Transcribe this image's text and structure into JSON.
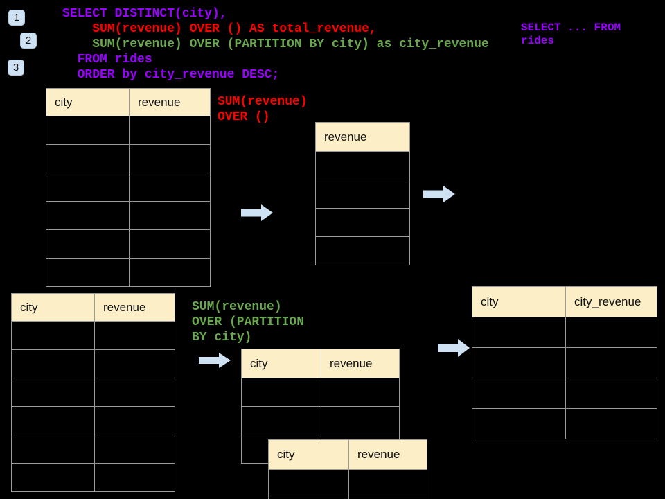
{
  "colors": {
    "background": "#000000",
    "sql_purple": "#9900ff",
    "sql_red": "#ff0000",
    "sql_green": "#6aa84f",
    "table_header_bg": "#fcefc8",
    "table_border": "#9a9a9a",
    "arrow_blue": "#cfe2f3",
    "badge_blue": "#cfe2f3"
  },
  "badges": [
    "1",
    "2",
    "3"
  ],
  "code": {
    "lines": [
      {
        "text": "SELECT DISTINCT(city),",
        "color": "#9900ff"
      },
      {
        "text": "    SUM(revenue) OVER () AS total_revenue,",
        "color": "#ff0000"
      },
      {
        "text": "    SUM(revenue) OVER (PARTITION BY city) as city_revenue",
        "color": "#6aa84f"
      },
      {
        "text": "  FROM rides",
        "color": "#9900ff"
      },
      {
        "text": "  ORDER by city_revenue DESC;",
        "color": "#9900ff"
      }
    ]
  },
  "side_note": {
    "line1": "SELECT ... FROM",
    "line2": "rides",
    "color": "#9900ff"
  },
  "annotation_total": {
    "line1": "SUM(revenue)",
    "line2": "OVER ()",
    "color": "#ff0000"
  },
  "annotation_partition": {
    "line1": "SUM(revenue)",
    "line2": "OVER (PARTITION",
    "line3": "BY city)",
    "color": "#6aa84f"
  },
  "tables": {
    "source_top": {
      "columns": [
        "city",
        "revenue"
      ],
      "empty_rows": 6
    },
    "total_revenue_result": {
      "columns": [
        "revenue"
      ],
      "empty_rows": 4
    },
    "source_bottom": {
      "columns": [
        "city",
        "revenue"
      ],
      "empty_rows": 6
    },
    "partition_step_1": {
      "columns": [
        "city",
        "revenue"
      ],
      "empty_rows": 3
    },
    "partition_step_2": {
      "columns": [
        "city",
        "revenue"
      ],
      "empty_rows": 2
    },
    "partition_result": {
      "columns": [
        "city",
        "city_revenue"
      ],
      "empty_rows": 4
    }
  }
}
